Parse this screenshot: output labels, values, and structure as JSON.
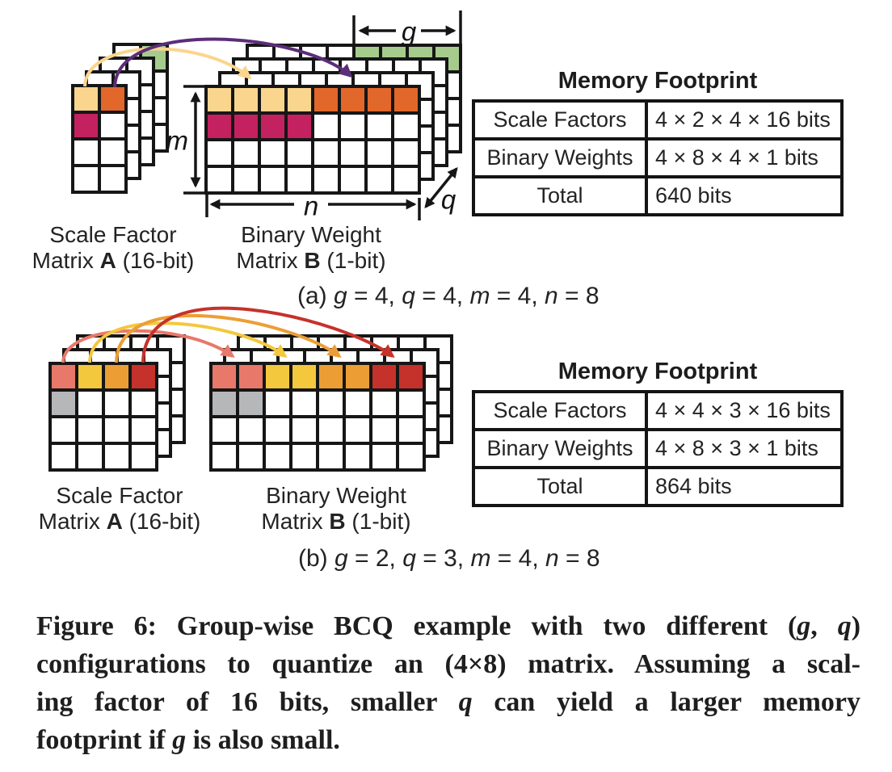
{
  "colors": {
    "cream": "#FAD58E",
    "orange": "#E2672A",
    "crimson": "#C42160",
    "green": "#A5CC8D",
    "purple": "#5C2D79",
    "salmon": "#E8796A",
    "gold": "#F3C83D",
    "amber": "#EC9E35",
    "red": "#C5322B",
    "gray": "#B5B7B9",
    "stroke": "#161616"
  },
  "panel_a": {
    "scale_label_line1": [
      {
        "t": "Scale Factor"
      }
    ],
    "scale_label_line2": [
      {
        "t": "Matrix "
      },
      {
        "t": "A",
        "b": 1
      },
      {
        "t": " (16-bit)"
      }
    ],
    "weight_label_line1": [
      {
        "t": "Binary Weight"
      }
    ],
    "weight_label_line2": [
      {
        "t": "Matrix "
      },
      {
        "t": "B",
        "b": 1
      },
      {
        "t": " (1-bit)"
      }
    ],
    "dims": {
      "g": "g",
      "m": "m",
      "n": "n",
      "q": "q"
    },
    "caption": [
      {
        "t": "(a) "
      },
      {
        "t": "g",
        "i": 1
      },
      {
        "t": " = 4, "
      },
      {
        "t": "q",
        "i": 1
      },
      {
        "t": " = 4, "
      },
      {
        "t": "m",
        "i": 1
      },
      {
        "t": " = 4, "
      },
      {
        "t": "n",
        "i": 1
      },
      {
        "t": " = 8"
      }
    ],
    "table": {
      "title": "Memory Footprint",
      "rows": [
        {
          "label": "Scale Factors",
          "value": "4 × 2 × 4 × 16 bits"
        },
        {
          "label": "Binary Weights",
          "value": "4 × 8 × 4 × 1 bits"
        },
        {
          "label": "Total",
          "value": "640 bits"
        }
      ]
    },
    "matrices": {
      "scale": {
        "rows": 4,
        "cols": 2,
        "layers": 4,
        "front": [
          [
            0,
            0,
            "cream"
          ],
          [
            0,
            1,
            "orange"
          ],
          [
            1,
            0,
            "crimson"
          ]
        ],
        "back": [
          [
            0,
            1,
            "green"
          ]
        ]
      },
      "weight": {
        "rows": 4,
        "cols": 8,
        "layers": 4,
        "front": [
          [
            0,
            0,
            "cream"
          ],
          [
            0,
            1,
            "cream"
          ],
          [
            0,
            2,
            "cream"
          ],
          [
            0,
            3,
            "cream"
          ],
          [
            0,
            4,
            "orange"
          ],
          [
            0,
            5,
            "orange"
          ],
          [
            0,
            6,
            "orange"
          ],
          [
            0,
            7,
            "orange"
          ],
          [
            1,
            0,
            "crimson"
          ],
          [
            1,
            1,
            "crimson"
          ],
          [
            1,
            2,
            "crimson"
          ],
          [
            1,
            3,
            "crimson"
          ]
        ],
        "back": [
          [
            0,
            4,
            "green"
          ],
          [
            0,
            5,
            "green"
          ],
          [
            0,
            6,
            "green"
          ],
          [
            0,
            7,
            "green"
          ]
        ]
      }
    },
    "arrows": [
      "cream",
      "purple"
    ]
  },
  "panel_b": {
    "scale_label_line1": [
      {
        "t": "Scale Factor"
      }
    ],
    "scale_label_line2": [
      {
        "t": "Matrix "
      },
      {
        "t": "A",
        "b": 1
      },
      {
        "t": " (16-bit)"
      }
    ],
    "weight_label_line1": [
      {
        "t": "Binary Weight"
      }
    ],
    "weight_label_line2": [
      {
        "t": "Matrix "
      },
      {
        "t": "B",
        "b": 1
      },
      {
        "t": " (1-bit)"
      }
    ],
    "caption": [
      {
        "t": "(b) "
      },
      {
        "t": "g",
        "i": 1
      },
      {
        "t": " = 2, "
      },
      {
        "t": "q",
        "i": 1
      },
      {
        "t": " = 3, "
      },
      {
        "t": "m",
        "i": 1
      },
      {
        "t": " = 4, "
      },
      {
        "t": "n",
        "i": 1
      },
      {
        "t": " = 8"
      }
    ],
    "table": {
      "title": "Memory Footprint",
      "rows": [
        {
          "label": "Scale Factors",
          "value": "4 × 4 × 3 × 16 bits"
        },
        {
          "label": "Binary Weights",
          "value": "4 × 8 × 3 × 1 bits"
        },
        {
          "label": "Total",
          "value": "864 bits"
        }
      ]
    },
    "matrices": {
      "scale": {
        "rows": 4,
        "cols": 4,
        "layers": 3,
        "front": [
          [
            0,
            0,
            "salmon"
          ],
          [
            0,
            1,
            "gold"
          ],
          [
            0,
            2,
            "amber"
          ],
          [
            0,
            3,
            "red"
          ],
          [
            1,
            0,
            "gray"
          ]
        ],
        "back": []
      },
      "weight": {
        "rows": 4,
        "cols": 8,
        "layers": 3,
        "front": [
          [
            0,
            0,
            "salmon"
          ],
          [
            0,
            1,
            "salmon"
          ],
          [
            0,
            2,
            "gold"
          ],
          [
            0,
            3,
            "gold"
          ],
          [
            0,
            4,
            "amber"
          ],
          [
            0,
            5,
            "amber"
          ],
          [
            0,
            6,
            "red"
          ],
          [
            0,
            7,
            "red"
          ],
          [
            1,
            0,
            "gray"
          ],
          [
            1,
            1,
            "gray"
          ]
        ],
        "back": []
      }
    },
    "arrows": [
      "salmon",
      "gold",
      "amber",
      "red"
    ]
  },
  "figure_caption": {
    "lines": [
      [
        {
          "t": "Figure 6: Group-wise BCQ example with two different ("
        },
        {
          "t": "g",
          "i": 1
        },
        {
          "t": ", "
        },
        {
          "t": "q",
          "i": 1
        },
        {
          "t": ")"
        }
      ],
      [
        {
          "t": "configurations to quantize an (4×8) matrix. Assuming a scal-"
        }
      ],
      [
        {
          "t": "ing factor of 16 bits, smaller "
        },
        {
          "t": "q",
          "i": 1
        },
        {
          "t": " can yield a larger memory"
        }
      ],
      [
        {
          "t": "footprint if "
        },
        {
          "t": "g",
          "i": 1
        },
        {
          "t": " is also small."
        }
      ]
    ]
  }
}
